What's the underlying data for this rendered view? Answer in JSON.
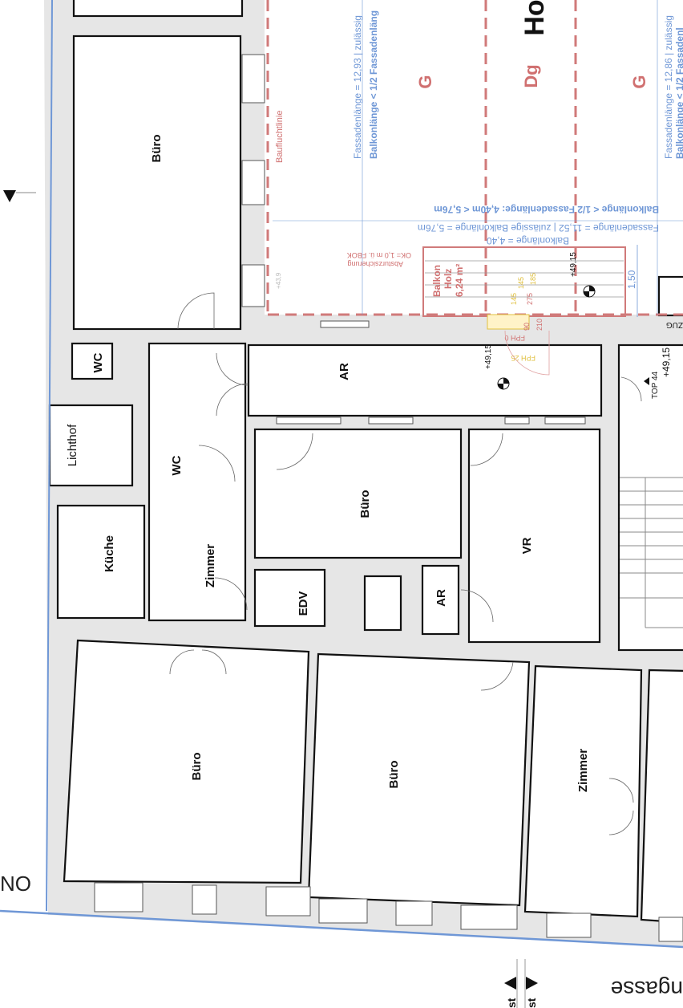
{
  "rooms": {
    "buero_top": "Büro",
    "wc_top": "WC",
    "lichthof": "Lichthof",
    "wc": "WC",
    "kueche": "Küche",
    "zimmer_left": "Zimmer",
    "ar_corridor": "AR",
    "buero_mid": "Büro",
    "vr": "VR",
    "edv": "EDV",
    "ar_small": "AR",
    "buero_bottom_left": "Büro",
    "buero_bottom_mid": "Büro",
    "zimmer_bottom_right": "Zimmer"
  },
  "courtyard": {
    "title_partial": "Ho",
    "zone_g_left": "G",
    "zone_dg": "Dg",
    "zone_g_right": "G",
    "baufluchtlinie": "Baufluchtlinie",
    "fassade_left_1": "Fassadenlänge = 12,93  |  zulässig",
    "fassade_left_2": "Balkonlänge < 1/2 Fassadenläng",
    "fassade_right_1": "Fassadenlänge = 12,86  |  zulässig",
    "fassade_right_2": "Balkonlänge < 1/2 Fassadenl",
    "fassade_mid_1": "Balkonlänge < 1/2 Fassadenlänge: 4,40m < 5,76m",
    "fassade_mid_2": "Fassadenlänge = 11,52  |  zulässige Balkonlänge = 5,76m",
    "balkonlaenge": "Balkonlänge = 4,40",
    "absturz_1": "OK= 1,0 m ü. FBOK",
    "absturz_2": "Absturzsicherung",
    "level_faint": "+43,9"
  },
  "balcony": {
    "line1": "Balkon",
    "line2": "Holz",
    "line3": "6,24 m²",
    "level": "+49,15",
    "dim_150": "1,50",
    "dims": [
      "145",
      "145",
      "185",
      "275",
      "90",
      "210"
    ],
    "fph0": "FPH 0",
    "fph25": "FPH 25"
  },
  "annotations": {
    "level_door": "+49,15",
    "level_top44": "+49,15",
    "top44": "TOP 44",
    "aufzug_partial": "ZUG",
    "left_street_partial": "NO",
    "bottom_street_partial": "ngasse",
    "section_a": "st",
    "section_b": "st"
  },
  "colors": {
    "wall": "#e6e6e6",
    "dash_red": "#d07a7a",
    "blue": "#6f97d6",
    "yellow": "#e0c040"
  }
}
